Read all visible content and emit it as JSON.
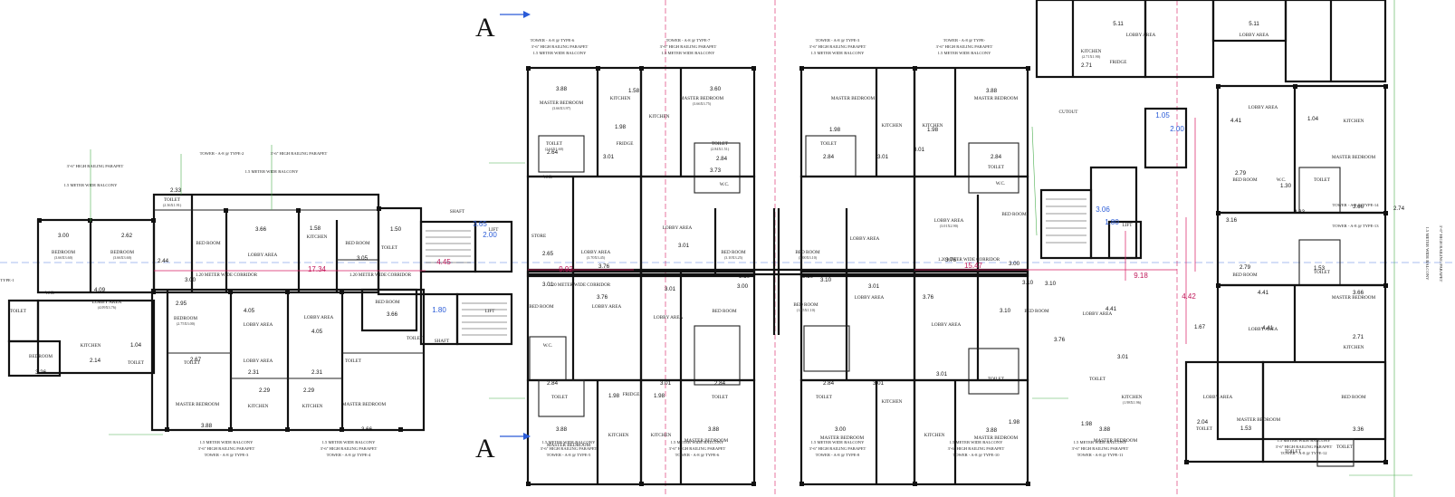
{
  "section_marks": [
    "A",
    "A"
  ],
  "corridors": {
    "left_top": "1.20 METER WIDE CORRIDOR",
    "left_mid": "1.20 METER WIDE CORRIDOR",
    "center": "1.20 METER WIDE CORRIDOR",
    "right": "1.20 METER WIDE CORRIDOR"
  },
  "big_dims": {
    "d1734": "17.34",
    "d992": "9.92",
    "d445": "4.45",
    "d1547": "15.47",
    "d918": "9.18",
    "d442": "4.42",
    "d200a": "2.00",
    "d200b": "2.00",
    "d180a": "1.80",
    "d180b": "1.80",
    "d365": "3.65",
    "d105": "1.05",
    "d306": "3.06"
  },
  "tower_notes": {
    "top1": "TOWER - A-8 @ TYPE-6",
    "top1b": "3'-6\" HIGH RAILING PARAPET",
    "top1c": "1.5 METER WIDE BALCONY",
    "top2": "TOWER - A-8 @ TYPE-7",
    "top2b": "3'-6\" HIGH RAILING PARAPET",
    "top2c": "1.5 METER WIDE BALCONY",
    "top3": "TOWER - A-8 @ TYPE-3",
    "top3b": "3'-6\" HIGH RAILING PARAPET",
    "top3c": "1.5 METER WIDE BALCONY",
    "top4": "TOWER - A-8 @ TYPE-",
    "top4b": "3'-6\" HIGH RAILING PARAPET",
    "top4c": "1.5 METER WIDE BALCONY",
    "left1": "TOWER - A-8 @ TYPE-2",
    "left1b": "3'-6\" HIGH RAILING PARAPET",
    "left1c": "1.5 METER WIDE BALCONY",
    "left2": "3'-6\" HIGH RAILING PARAPET",
    "left3": "1.5 METER WIDE BALCONY",
    "bot1": "1.5 METER WIDE BALCONY",
    "bot1b": "3'-6\" HIGH RAILING PARAPET",
    "bot1c": "TOWER - A-8 @ TYPE-3",
    "bot2": "1.5 METER WIDE BALCONY",
    "bot2b": "3'-6\" HIGH RAILING PARAPET",
    "bot2c": "TOWER - A-8 @ TYPE-4",
    "bot3": "1.5 METER WIDE BALCONY",
    "bot3b": "3'-6\" HIGH RAILING PARAPET",
    "bot3c": "TOWER - A-8 @ TYPE-5",
    "bot4": "1.5 METER WIDE BALCONY",
    "bot4b": "3'-6\" HIGH RAILING PARAPET",
    "bot4c": "TOWER - A-8 @ TYPE-6",
    "bot5": "1.5 METER WIDE BALCONY",
    "bot5b": "3'-6\" HIGH RAILING PARAPET",
    "bot5c": "TOWER - A-8 @ TYPE-8",
    "bot6": "1.5 METER WIDE BALCONY",
    "bot6b": "3'-6\" HIGH RAILING PARAPET",
    "bot6c": "TOWER - A-8 @ TYPE-10",
    "bot7": "1.5 METER WIDE BALCONY",
    "bot7b": "3'-6\" HIGH RAILING PARAPET",
    "bot7c": "TOWER - A-8 @ TYPE-11",
    "bot8": "1.5 METER WIDE BALCONY",
    "bot8b": "3'-6\" HIGH RAILING PARAPET",
    "bot8c": "TOWER - A-8 @ TYPE-12",
    "right1": "TOWER - A-8 @ TYPE-14",
    "right2": "TOWER - A-8 @ TYPE-13",
    "right3": "1.5 METER WIDE BALCONY",
    "right4": "3'-6\" HIGH RAILING PARAPET",
    "farleft": "TYPE-1"
  },
  "rooms": {
    "master_bedroom": "MASTER BEDROOM",
    "bedroom": "BEDROOM",
    "bed_room": "BED ROOM",
    "toilet": "TOILET",
    "kitchen": "KITCHEN",
    "lobby_area": "LOBBY AREA",
    "wc": "W.C.",
    "store": "STORE",
    "lift": "LIFT",
    "cutout": "CUTOUT",
    "fridge": "FRIDGE",
    "shaft": "SHAFT"
  },
  "room_sizes": {
    "s1": "(3.66X3.60)",
    "s2": "(3.66X3.60)",
    "s3": "(2.36X1.91)",
    "s4": "(2.64X1.60)",
    "s5": "(3.66X3.97)",
    "s6": "(4.09X3.76)",
    "s7": "(2.75X3.00)",
    "s8": "(3.10X3.25)",
    "s9": "(1.55X1.10)",
    "s10": "(3.70X3.45)",
    "s11": "(2.84X1.51)",
    "s12": "(1.98X1.96)",
    "s13": "(3.00X3.10)",
    "s14": "(3.01X2.90)",
    "s15": "(3.66X3.75)",
    "s16": "(2.71X1.90)"
  },
  "dims": {
    "a300": "3.00",
    "a262": "2.62",
    "a233": "2.33",
    "a366": "3.66",
    "a158": "1.58",
    "a305": "3.05",
    "a150": "1.50",
    "a295": "2.95",
    "a405": "4.05",
    "a409": "4.09",
    "a231": "2.31",
    "a229": "2.29",
    "a326": "3.26",
    "a214": "2.14",
    "a104": "1.04",
    "a264": "2.64",
    "a267": "2.67",
    "a388": "3.88",
    "a360": "3.60",
    "a376": "3.76",
    "a301": "3.01",
    "a310": "3.10",
    "a265": "2.65",
    "a198": "1.98",
    "a284": "2.84",
    "a274": "2.74",
    "a373": "3.73",
    "a511": "5.11",
    "a271": "2.71",
    "a441": "4.41",
    "a167": "1.67",
    "a279": "2.79",
    "a153": "1.53",
    "a336": "3.36",
    "a204": "2.04",
    "a316": "3.16",
    "a130": "1.30",
    "a244": "2.44",
    "a233b": "2.33"
  }
}
